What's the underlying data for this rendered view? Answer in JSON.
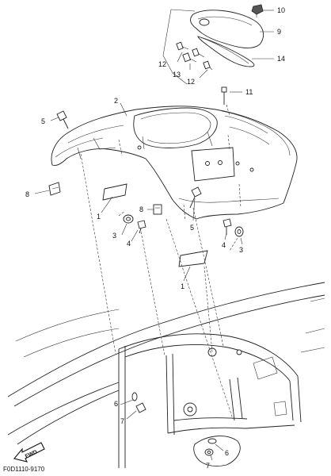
{
  "diagram_code": "F0D1110-9170",
  "fwd_label": "FWD",
  "callouts": {
    "c1a": "1",
    "c1b": "1",
    "c2": "2",
    "c3a": "3",
    "c3b": "3",
    "c4a": "4",
    "c4b": "4",
    "c5a": "5",
    "c5b": "5",
    "c6a": "6",
    "c6b": "6",
    "c7a": "7",
    "c7b": "7",
    "c8a": "8",
    "c8b": "8",
    "c9": "9",
    "c10": "10",
    "c11": "11",
    "c12a": "12",
    "c12b": "12",
    "c13": "13",
    "c14": "14"
  }
}
